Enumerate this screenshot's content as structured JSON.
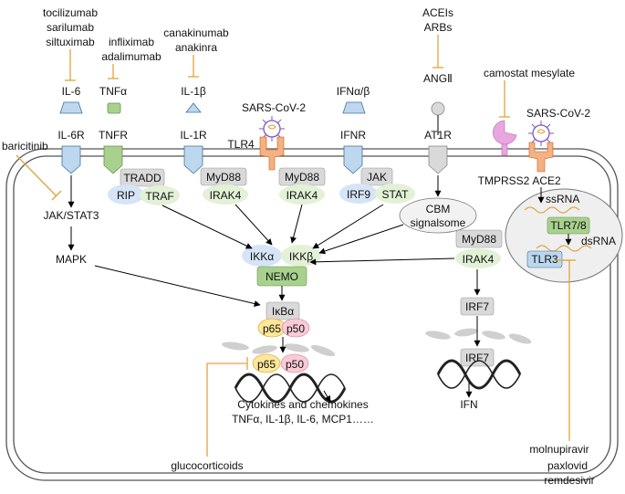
{
  "drugs": {
    "il6": [
      "tocilizumab",
      "sarilumab",
      "siltuximab"
    ],
    "tnf": [
      "infliximab",
      "adalimumab"
    ],
    "il1": [
      "canakinumab",
      "anakinra"
    ],
    "ace": [
      "ACEIs",
      "ARBs"
    ],
    "camostat": "camostat mesylate",
    "baricitinib": "baricitinib",
    "glucocorticoids": "glucocorticoids",
    "antivirals": [
      "molnupiravir",
      "paxlovid",
      "remdesivir"
    ]
  },
  "ligands": {
    "il6": "IL-6",
    "tnfa": "TNFα",
    "il1b": "IL-1β",
    "ifn": "IFNα/β",
    "ang": "ANGⅡ",
    "sars_left": "SARS-CoV-2",
    "sars_right": "SARS-CoV-2"
  },
  "receptors": {
    "il6r": "IL-6R",
    "tnfr": "TNFR",
    "il1r": "IL-1R",
    "tlr4": "TLR4",
    "ifnr": "IFNR",
    "at1r": "AT1R",
    "tmprss2": "TMPRSS2",
    "ace2": "ACE2"
  },
  "adaptors": {
    "tradd": "TRADD",
    "rip": "RIP",
    "traf": "TRAF",
    "myd88_a": "MyD88",
    "irak4_a": "IRAK4",
    "myd88_b": "MyD88",
    "irak4_b": "IRAK4",
    "jak": "JAK",
    "irf9": "IRF9",
    "stat": "STAT",
    "cbm": [
      "CBM",
      "signalsome"
    ],
    "jakstat3": "JAK/STAT3",
    "mapk": "MAPK"
  },
  "ikk": {
    "ikka": "IKKα",
    "ikkb": "IKKβ",
    "nemo": "NEMO",
    "ikba": "IκBα",
    "p65": "p65",
    "p50": "p50",
    "p65_nuc": "p65",
    "p50_nuc": "p50"
  },
  "endosome": {
    "ssrna": "ssRNA",
    "tlr78": "TLR7/8",
    "dsrna": "dsRNA",
    "tlr3": "TLR3",
    "myd88": "MyD88",
    "irak4": "IRAK4"
  },
  "irf7": {
    "cyto": "IRF7",
    "nuc": "IRF7"
  },
  "outputs": {
    "cytokines_title": "Cytokines and chemokines",
    "cytokines_list": "TNFα, IL-1β, IL-6, MCP1……",
    "ifn": "IFN"
  },
  "colors": {
    "ikk_blue": "#D6E4F7",
    "green_bg": "#E3F1D6",
    "nemo_green": "#A9D18E",
    "p65_yellow": "#FFE699",
    "p50_pink": "#F8CBD6",
    "gray": "#D9D9D9",
    "inhibitor": "#E2A33C",
    "receptor_orange": "#F4B183",
    "tmprss2_pink": "#E8A6E0"
  }
}
